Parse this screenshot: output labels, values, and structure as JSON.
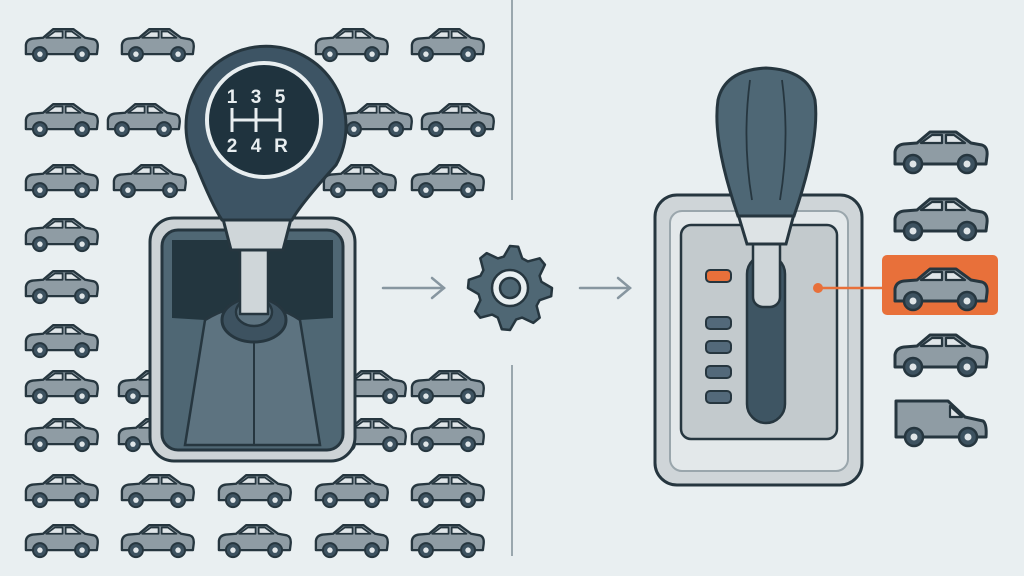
{
  "manual_shifter": {
    "gear_labels": {
      "g1": "1",
      "g3": "3",
      "g5": "5",
      "g2": "2",
      "g4": "4",
      "gR": "R"
    }
  },
  "automatic_shifter": {
    "indicators": [
      "active",
      "inactive",
      "inactive",
      "inactive",
      "inactive"
    ],
    "selected_vehicle_index": 2
  },
  "vehicles_right": [
    "sedan",
    "sedan",
    "sedan",
    "sedan",
    "van"
  ],
  "icons": {
    "center": "gear-icon",
    "arrows": "arrow-right-icon",
    "vehicle": "car-icon"
  },
  "colors": {
    "background": "#e9eff1",
    "dark": "#26363f",
    "slate": "#4f6774",
    "car_fill": "#8f9ca4",
    "light": "#d3d9dc",
    "accent": "#e8703a"
  }
}
